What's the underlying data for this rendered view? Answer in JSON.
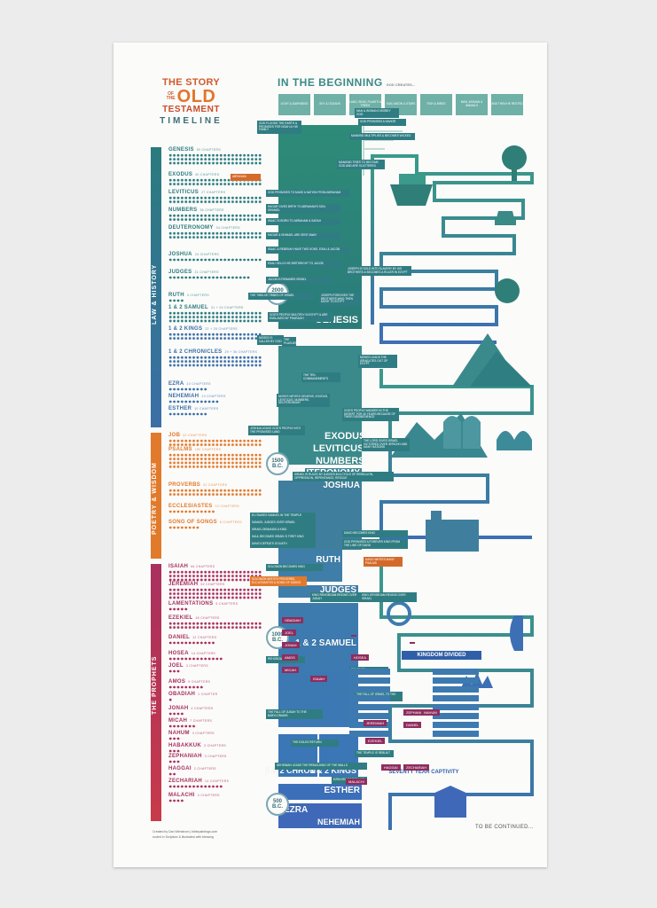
{
  "poster": {
    "title": {
      "line1": "THE STORY",
      "line2": "OLD",
      "line_of_the": "OF THE",
      "line3": "TESTAMENT",
      "line4": "TIMELINE"
    },
    "sections": [
      {
        "label": "LAW & HISTORY",
        "color": "#2a7b7e"
      },
      {
        "label": "POETRY & WISDOM",
        "color": "#e27a2c"
      },
      {
        "label": "THE PROPHETS",
        "color": "#a9305f"
      }
    ],
    "books": [
      {
        "name": "GENESIS",
        "chapters": "50 CHAPTERS",
        "n": 50
      },
      {
        "name": "EXODUS",
        "chapters": "40 CHAPTERS",
        "n": 40
      },
      {
        "name": "LEVITICUS",
        "chapters": "27 CHAPTERS",
        "n": 27
      },
      {
        "name": "NUMBERS",
        "chapters": "36 CHAPTERS",
        "n": 36
      },
      {
        "name": "DEUTERONOMY",
        "chapters": "34 CHAPTERS",
        "n": 34
      },
      {
        "name": "JOSHUA",
        "chapters": "24 CHAPTERS",
        "n": 24
      },
      {
        "name": "JUDGES",
        "chapters": "21 CHAPTERS",
        "n": 21
      },
      {
        "name": "RUTH",
        "chapters": "4 CHAPTERS",
        "n": 4
      },
      {
        "name": "1 & 2 SAMUEL",
        "chapters": "31 + 24 CHAPTERS",
        "n": 55
      },
      {
        "name": "1 & 2 KINGS",
        "chapters": "22 + 25 CHAPTERS",
        "n": 47
      },
      {
        "name": "1 & 2 CHRONICLES",
        "chapters": "29 + 36 CHAPTERS",
        "n": 65
      },
      {
        "name": "EZRA",
        "chapters": "10 CHAPTERS",
        "n": 10
      },
      {
        "name": "NEHEMIAH",
        "chapters": "13 CHAPTERS",
        "n": 13
      },
      {
        "name": "ESTHER",
        "chapters": "10 CHAPTERS",
        "n": 10
      },
      {
        "name": "JOB",
        "chapters": "42 CHAPTERS",
        "n": 42
      },
      {
        "name": "PSALMS",
        "chapters": "150 CHAPTERS",
        "n": 150
      },
      {
        "name": "PROVERBS",
        "chapters": "31 CHAPTERS",
        "n": 31
      },
      {
        "name": "ECCLESIASTES",
        "chapters": "12 CHAPTERS",
        "n": 12
      },
      {
        "name": "SONG OF SONGS",
        "chapters": "8 CHAPTERS",
        "n": 8
      },
      {
        "name": "ISAIAH",
        "chapters": "66 CHAPTERS",
        "n": 66
      },
      {
        "name": "JEREMIAH",
        "chapters": "52 CHAPTERS",
        "n": 52
      },
      {
        "name": "LAMENTATIONS",
        "chapters": "5 CHAPTERS",
        "n": 5
      },
      {
        "name": "EZEKIEL",
        "chapters": "48 CHAPTERS",
        "n": 48
      },
      {
        "name": "DANIEL",
        "chapters": "12 CHAPTERS",
        "n": 12
      },
      {
        "name": "HOSEA",
        "chapters": "14 CHAPTERS",
        "n": 14
      },
      {
        "name": "JOEL",
        "chapters": "3 CHAPTERS",
        "n": 3
      },
      {
        "name": "AMOS",
        "chapters": "9 CHAPTERS",
        "n": 9
      },
      {
        "name": "OBADIAH",
        "chapters": "1 CHAPTER",
        "n": 1
      },
      {
        "name": "JONAH",
        "chapters": "4 CHAPTERS",
        "n": 4
      },
      {
        "name": "MICAH",
        "chapters": "7 CHAPTERS",
        "n": 7
      },
      {
        "name": "NAHUM",
        "chapters": "3 CHAPTERS",
        "n": 3
      },
      {
        "name": "HABAKKUK",
        "chapters": "3 CHAPTERS",
        "n": 3
      },
      {
        "name": "ZEPHANIAH",
        "chapters": "3 CHAPTERS",
        "n": 3
      },
      {
        "name": "HAGGAI",
        "chapters": "2 CHAPTERS",
        "n": 2
      },
      {
        "name": "ZECHARIAH",
        "chapters": "14 CHAPTERS",
        "n": 14
      },
      {
        "name": "MALACHI",
        "chapters": "4 CHAPTERS",
        "n": 4
      }
    ],
    "credit": {
      "line1": "Created by Dan Wenstrom | biblepaintings.com",
      "line2": "rooted in Scripture & illustrated with blessing"
    },
    "header": {
      "title": "IN THE BEGINNING",
      "sub": "GOD CREATES..."
    },
    "days": [
      "LIGHT & DARKNESS",
      "SKY & OCEANS",
      "LAND, SEAS, PLANTS & TREES",
      "SUN, MOON & STARS",
      "FISH & BIRDS",
      "MAN, WOMAN & ANIMALS",
      "AND THEN HE RESTED"
    ],
    "eras": [
      "2000 B.C.",
      "1500 B.C.",
      "1000 B.C.",
      "500 B.C."
    ],
    "blocks": {
      "genesis": "GENESIS",
      "exodus": "EXODUS",
      "leviticus": "LEVITICUS",
      "numbers": "NUMBERS",
      "deuteronomy": "DEUTERONOMY",
      "joshua": "JOSHUA",
      "ruth": "RUTH",
      "judges": "JUDGES",
      "samuel": "1 & 2 SAMUEL",
      "chron": "1 & 2 CHRON",
      "kings": "1 & 2 KINGS",
      "esther": "ESTHER",
      "ezra": "EZRA",
      "nehemiah": "NEHEMIAH"
    },
    "captions": [
      "MAN & WOMAN DISOBEY GOD",
      "GOD PROMISES A SAVIOR",
      "MANKIND MULTIPLIES & BECOMES WICKED",
      "GOD FLOODS THE EARTH & PROMISES FOR NOAH & HIS FAMILY",
      "MANKIND TRIES TO BECOME GOD AND ARE SCATTERED",
      "GOD PROMISES TO MAKE A NATION FROM ABRAHAM",
      "HAGAR GIVES BIRTH TO ABRAHAM'S SON, ISHMAEL",
      "ISAAC IS BORN TO ABRAHAM & SARAH",
      "HAGAR & ISHMAEL ARE SENT AWAY",
      "ISAAC & REBEKAH HAVE TWO SONS, ESAU & JACOB",
      "ESAU SELLS HIS BIRTHRIGHT TO JACOB",
      "JACOB IS RENAMED ISRAEL",
      "JOSEPH IS SOLD INTO SLAVERY BY HIS BROTHERS & BECOMES A RULER IN EGYPT",
      "THE TWELVE TRIBES OF ISRAEL",
      "JOSEPH FORGIVES THE BROTHERS WHO THEN MOVE TO EGYPT",
      "GOD'S PEOPLE MULTIPLY IN EGYPT & ARE ENSLAVED BY PHARAOH",
      "MOSES IS CALLED BY GOD",
      "THE PLAGUES",
      "MOSES LEADS THE ISRAELITES OUT OF EGYPT",
      "THE TEN COMMANDMENTS",
      "MOSES WRITES GENESIS, EXODUS, LEVITICUS, NUMBERS, DEUTERONOMY",
      "GOD'S PEOPLE WANDER IN THE DESERT FOR 40 YEARS BECAUSE OF THEIR DISOBEDIENCE",
      "JOSHUA LEADS GOD'S PEOPLE INTO THE PROMISED LAND",
      "THE LORD GIVES ISRAEL VICTORIES OVER JERICHO AND MANY NATIONS",
      "ISRAEL IS RULED BY JUDGES IN A CYCLE OF REBELLION, OPPRESSION, REPENTANCE, RESCUE",
      "ELI RAISES SAMUEL IN THE TEMPLE",
      "SAMUEL JUDGES OVER ISRAEL",
      "ISRAEL DEMANDS A KING",
      "SAUL BECOMES ISRAEL'S FIRST KING",
      "DAVID DEFEATS GOLIATH",
      "DAVID BECOMES KING",
      "GOD PROMISES A FOREVER KING FROM THE LINE OF DAVID",
      "DAVID WRITES MANY PSALMS",
      "SOLOMON BECOMES KING",
      "SOLOMON WRITES PROVERBS, ECCLESIASTES & SONG OF SONGS",
      "KING REHOBOAM REIGNS OVER JUDAH",
      "KING JEROBOAM REIGNS OVER ISRAEL",
      "THE FALL OF JUDAH TO THE BABYLONIANS",
      "THE FALL OF ISRAEL TO THE ASSYRIANS",
      "THE EXILES RETURN",
      "THE TEMPLE IS REBUILT",
      "NEHEMIAH LEADS THE REBUILDING OF THE WALLS",
      "EZRA READS THE LAW",
      "ABRAHAM",
      "SOLOMON",
      "REHOBOAM"
    ],
    "highlights": [
      "KINGDOM DIVIDED",
      "SEVENTY YEAR CAPTIVITY"
    ],
    "continued": "TO BE CONTINUED..."
  }
}
